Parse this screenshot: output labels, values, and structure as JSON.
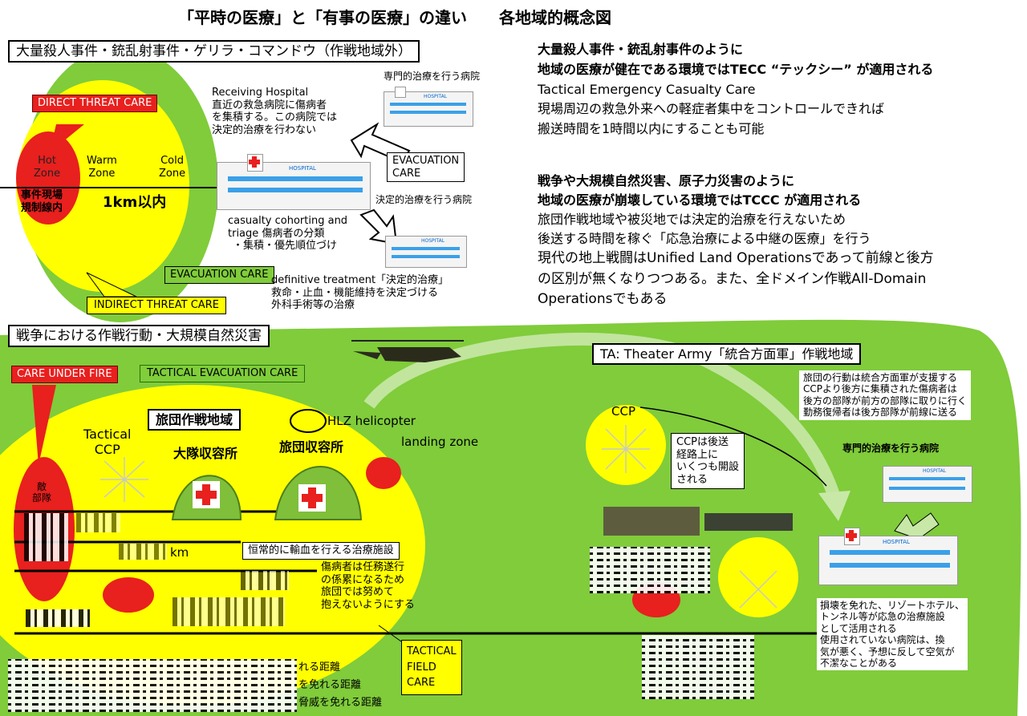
{
  "title": "「平時の医療」と「有事の医療」の違い　　各地域的概念図",
  "top_section": {
    "header": "大量殺人事件・銃乱射事件・ゲリラ・コマンドウ（作戦地域外）",
    "direct_threat": "DIRECT THREAT CARE",
    "indirect_threat": "INDIRECT THREAT CARE",
    "evacuation_care_lower": "EVACUATION CARE",
    "hot_zone": [
      "Hot",
      "Zone"
    ],
    "warm_zone": [
      "Warm",
      "Zone"
    ],
    "cold_zone": [
      "Cold",
      "Zone"
    ],
    "incident_line": [
      "事件現場",
      "規制線内"
    ],
    "distance": "1km以内",
    "receiving_hospital": [
      "Receiving Hospital",
      "直近の救急病院に傷病者",
      "を集積する。この病院では",
      "決定的治療を行わない"
    ],
    "specialized_hospital": "専門的治療を行う病院",
    "evacuation_care_box": [
      "EVACUATION",
      "CARE"
    ],
    "definitive_hospital": "決定的治療を行う病院",
    "triage": [
      "casualty cohorting and",
      "triage 傷病者の分類",
      "・集積・優先順位づけ"
    ],
    "definitive_treatment": [
      "definitive treatment「決定的治療」",
      "救命・止血・機能維持を決定づける",
      "外科手術等の治療"
    ],
    "hospital_sign": "HOSPITAL"
  },
  "right_text": {
    "para1": [
      "大量殺人事件・銃乱射事件のように",
      "地域の医療が健在である環境ではTECC “テックシー” が適用される",
      "Tactical Emergency Casualty Care",
      "現場周辺の救急外来への軽症者集中をコントロールできれば",
      "搬送時間を1時間以内にすることも可能"
    ],
    "para2": [
      "戦争や大規模自然災害、原子力災害のように",
      "地域の医療が崩壊している環境ではTCCC が適用される",
      "旅団作戦地域や被災地では決定的治療を行えないため",
      "後送する時間を稼ぐ「応急治療による中継の医療」を行う",
      "現代の地上戦闘はUnified Land Operationsであって前線と後方",
      "の区別が無くなりつつある。また、全ドメイン作戦All-Domain",
      "Operationsでもある"
    ]
  },
  "bottom_section": {
    "header": "戦争における作戦行動・大規模自然災害",
    "care_under_fire": "CARE UNDER FIRE",
    "tactical_evac": "TACTICAL EVACUATION CARE",
    "brigade_area": "旅団作戦地域",
    "hlz": "HLZ  helicopter",
    "landing_zone": "landing zone",
    "tactical_ccp": [
      "Tactical",
      "CCP"
    ],
    "battalion_station": "大隊収容所",
    "brigade_station": "旅団収容所",
    "enemy": [
      "敵",
      "部隊"
    ],
    "km": "km",
    "transfusion": "恒常的に輸血を行える治療施設",
    "casualty_note": [
      "傷病者は任務遂行",
      "の係累になるため",
      "旅団では努めて",
      "抱えないようにする"
    ],
    "tactical_field_care": [
      "TACTICAL",
      "FIELD",
      "CARE"
    ],
    "dist_notes": [
      "れる距離",
      "を免れる距離",
      "脅威を免れる距離"
    ],
    "theater_army": "TA: Theater Army「統合方面軍」作戦地域",
    "ta_note": [
      "旅団の行動は統合方面軍が支援する",
      "CCPより後方に集積された傷病者は",
      "後方の部隊が前方の部隊に取りに行く",
      "勤務復帰者は後方部隊が前線に送る"
    ],
    "ccp": "CCP",
    "ccp_note": [
      "CCPは後送",
      "経路上に",
      "いくつも開設",
      "される"
    ],
    "specialized_hospital": "専門的治療を行う病院",
    "resort_note": [
      "損壊を免れた、リゾートホテル、",
      "トンネル等が応急の治療施設",
      "として活用される",
      "使用されていない病院は、換",
      "気が悪く、予想に反して空気が",
      "不潔なことがある"
    ]
  },
  "colors": {
    "green": "#80cc3b",
    "yellow": "#ffff00",
    "red": "#e8201e"
  }
}
